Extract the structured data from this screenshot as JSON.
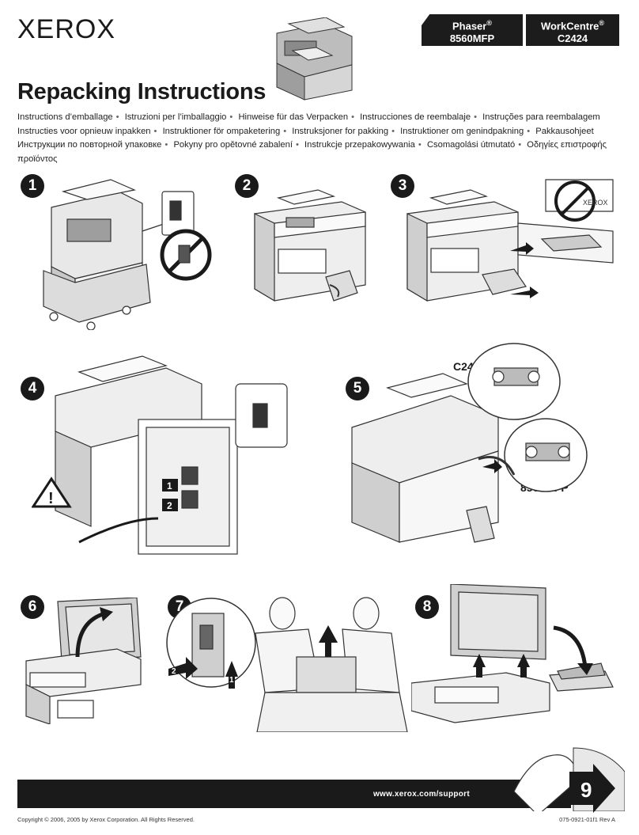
{
  "header": {
    "logo": "XEROX",
    "badges": [
      {
        "line1": "Phaser",
        "line2": "8560MFP"
      },
      {
        "line1": "WorkCentre",
        "line2": "C2424"
      }
    ],
    "registered_mark": "®"
  },
  "title": "Repacking Instructions",
  "languages": [
    "Instructions d’emballage",
    "Istruzioni per l’imballaggio",
    "Hinweise für das Verpacken",
    "Instrucciones de reembalaje",
    "Instruções para reembalagem",
    "Instructies voor opnieuw inpakken",
    "Instruktioner för ompaketering",
    "Instruksjoner for pakking",
    "Instruktioner om genindpakning",
    "Pakkausohjeet",
    "Инструкции по повторной упаковке",
    "Pokyny pro opětovné zabalení",
    "Instrukcje przepakowywania",
    "Csomagolási útmutató",
    "Οδηγίες επιστροφής προϊόντος"
  ],
  "separator": "•",
  "steps": [
    "1",
    "2",
    "3",
    "4",
    "5",
    "6",
    "7",
    "8"
  ],
  "step7_callouts": [
    "1",
    "2"
  ],
  "step4_callouts": [
    "1",
    "2"
  ],
  "step5_labels": {
    "top": "C2424",
    "bottom": "8560MFP"
  },
  "step3_box_text": "XEROX",
  "footer": {
    "url": "www.xerox.com/support",
    "next_page": "9",
    "copyright": "Copyright © 2006, 2005 by Xerox Corporation.  All Rights Reserved.",
    "part_number": "075-0921-01f1 Rev A"
  },
  "colors": {
    "dark": "#1a1a1a",
    "line": "#333333",
    "fill_light": "#e8e8e8",
    "fill_mid": "#bdbdbd"
  }
}
